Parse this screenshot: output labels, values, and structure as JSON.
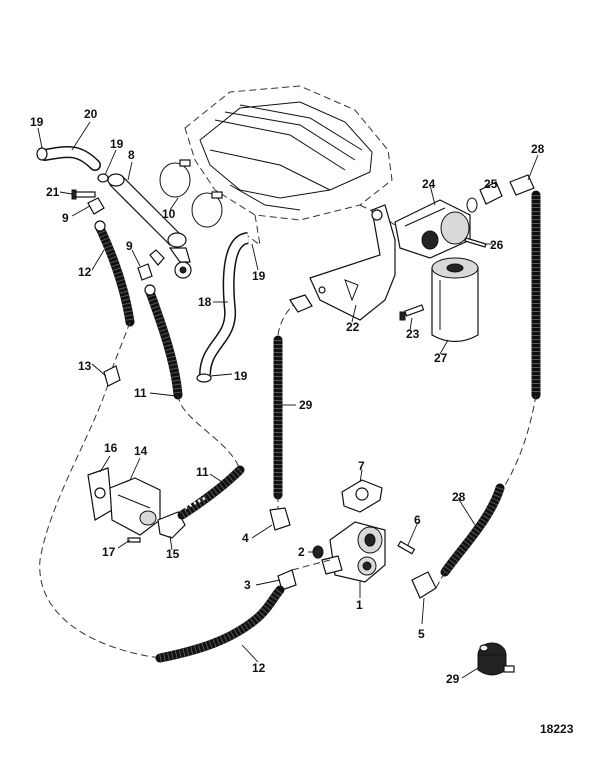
{
  "figure_id": "18223",
  "callouts": [
    {
      "id": "c19a",
      "text": "19"
    },
    {
      "id": "c20",
      "text": "20"
    },
    {
      "id": "c19b",
      "text": "19"
    },
    {
      "id": "c8",
      "text": "8"
    },
    {
      "id": "c21",
      "text": "21"
    },
    {
      "id": "c9a",
      "text": "9"
    },
    {
      "id": "c10",
      "text": "10"
    },
    {
      "id": "c9b",
      "text": "9"
    },
    {
      "id": "c12a",
      "text": "12"
    },
    {
      "id": "c19c",
      "text": "19"
    },
    {
      "id": "c18",
      "text": "18"
    },
    {
      "id": "c13",
      "text": "13"
    },
    {
      "id": "c19d",
      "text": "19"
    },
    {
      "id": "c11a",
      "text": "11"
    },
    {
      "id": "c16",
      "text": "16"
    },
    {
      "id": "c14",
      "text": "14"
    },
    {
      "id": "c11b",
      "text": "11"
    },
    {
      "id": "c17",
      "text": "17"
    },
    {
      "id": "c15",
      "text": "15"
    },
    {
      "id": "c24",
      "text": "24"
    },
    {
      "id": "c25",
      "text": "25"
    },
    {
      "id": "c28a",
      "text": "28"
    },
    {
      "id": "c26",
      "text": "26"
    },
    {
      "id": "c22",
      "text": "22"
    },
    {
      "id": "c23",
      "text": "23"
    },
    {
      "id": "c27",
      "text": "27"
    },
    {
      "id": "c29a",
      "text": "29"
    },
    {
      "id": "c7",
      "text": "7"
    },
    {
      "id": "c6",
      "text": "6"
    },
    {
      "id": "c28b",
      "text": "28"
    },
    {
      "id": "c4",
      "text": "4"
    },
    {
      "id": "c2",
      "text": "2"
    },
    {
      "id": "c3",
      "text": "3"
    },
    {
      "id": "c1",
      "text": "1"
    },
    {
      "id": "c5",
      "text": "5"
    },
    {
      "id": "c12b",
      "text": "12"
    },
    {
      "id": "c29b",
      "text": "29"
    }
  ]
}
